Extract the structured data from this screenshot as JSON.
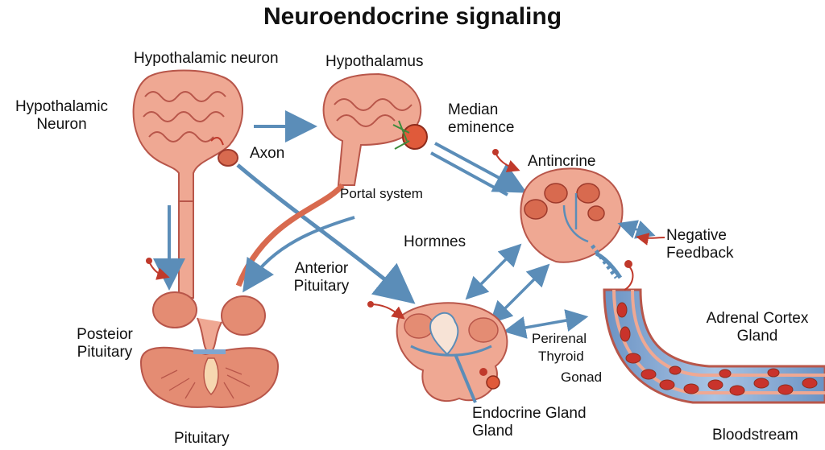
{
  "title": "Neuroendocrine signaling",
  "labels": {
    "hypothalamic_neuron_top": "Hypothalamic neuron",
    "hypothalamus": "Hypothalamus",
    "hypothalamic_neuron_left": "Hypothalamic\nNeuron",
    "median_eminence": "Median\neminence",
    "axon": "Axon",
    "portal_system": "Portal system",
    "antincrine": "Antincrine",
    "hormnes": "Hormnes",
    "negative_feedback": "Negative\nFeedback",
    "anterior_pituitary": "Anterior\nPituitary",
    "posteior_pituitary": "Posteior\nPituitary",
    "adrenal_cortex_gland": "Adrenal Cortex\nGland",
    "perirenal": "Perirenal",
    "thyroid": "Thyroid",
    "gonad": "Gonad",
    "endocrine_gland": "Endocrine Gland\nGland",
    "pituitary": "Pituitary",
    "bloodstream": "Bloodstream"
  },
  "colors": {
    "tissue": "#e99a86",
    "tissue_dark": "#b8564a",
    "tissue_light": "#f6c6b4",
    "arrow": "#5b8db8",
    "blood_vessel": "#7fa6d0",
    "rbc": "#c9332b",
    "nerve_red": "#c0392b",
    "green": "#3c8c3c"
  }
}
